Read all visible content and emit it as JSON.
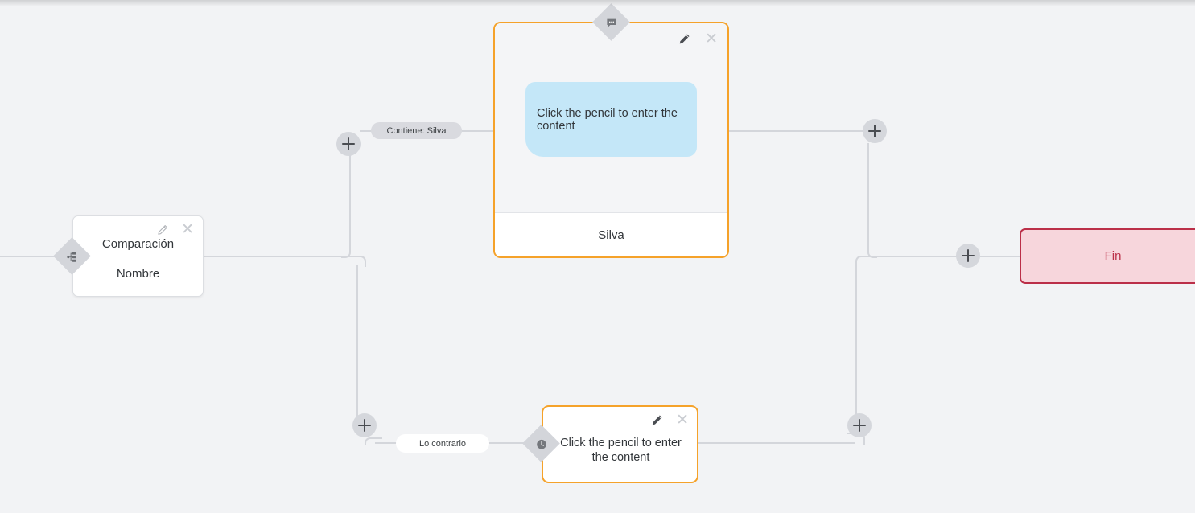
{
  "canvas": {
    "background_color": "#f2f3f5",
    "connector_color": "#d4d6db"
  },
  "nodes": {
    "comparison": {
      "name": "Comparación",
      "title": "Comparación",
      "subtitle": "Nombre",
      "edit_icon": "pencil-icon",
      "close_icon": "close-icon",
      "marker_icon": "branch-split-icon",
      "border_color": "#dcdee2"
    },
    "message_top": {
      "marker_icon": "message-bubble-icon",
      "edit_icon": "pencil-icon",
      "close_icon": "close-icon",
      "bubble_text": "Click the pencil to enter the content",
      "bubble_color": "#c4e7f8",
      "footer_label": "Silva",
      "border_color": "#f5a22a"
    },
    "message_bottom": {
      "marker_icon": "clock-icon",
      "edit_icon": "pencil-icon",
      "close_icon": "close-icon",
      "text": "Click the pencil to enter the content",
      "border_color": "#f5a22a"
    },
    "end": {
      "label": "Fin",
      "border_color": "#bb2f48",
      "background_color": "#f7d6dc",
      "text_color": "#bb2f48"
    }
  },
  "edge_labels": {
    "branch_true": "Contiene: Silva",
    "branch_false": "Lo contrario"
  },
  "add_buttons": {
    "icon": "plus-icon",
    "items": [
      {
        "name": "add-step-branch-true-left"
      },
      {
        "name": "add-step-branch-true-right"
      },
      {
        "name": "add-step-branch-false-left"
      },
      {
        "name": "add-step-branch-false-right"
      },
      {
        "name": "add-step-before-end"
      }
    ]
  }
}
